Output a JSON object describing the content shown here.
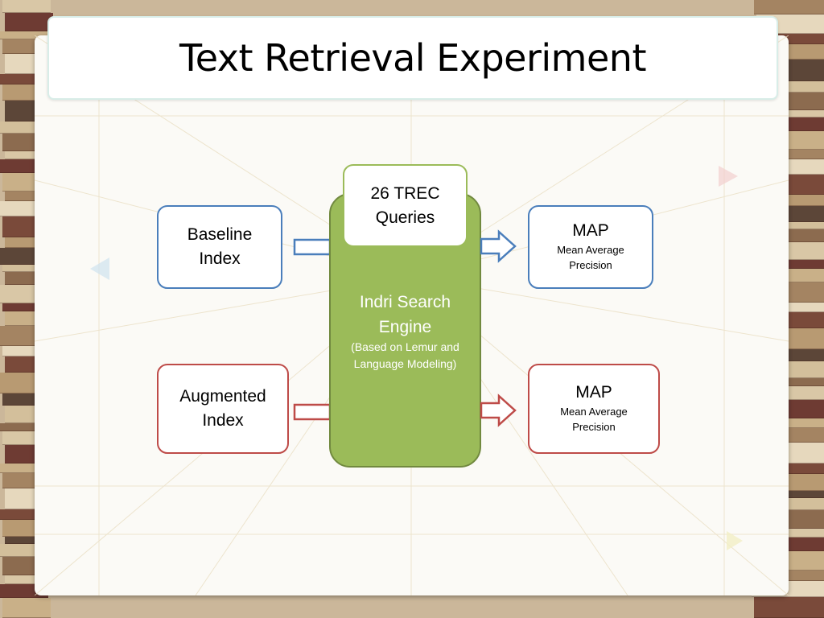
{
  "slide": {
    "title": "Text Retrieval Experiment"
  },
  "diagram": {
    "baseline_index": "Baseline Index",
    "augmented_index": "Augmented Index",
    "queries": "26 TREC Queries",
    "engine": {
      "title": "Indri Search Engine",
      "subtitle": "(Based on Lemur and Language Modeling)"
    },
    "output_top": {
      "title": "MAP",
      "subtitle": "Mean Average Precision"
    },
    "output_bottom": {
      "title": "MAP",
      "subtitle": "Mean Average Precision"
    }
  },
  "colors": {
    "baseline_border": "#4a7ebb",
    "augmented_border": "#be4b48",
    "engine_fill": "#9bbb59",
    "engine_border": "#71893f",
    "panel_background": "#fbfaf6"
  }
}
